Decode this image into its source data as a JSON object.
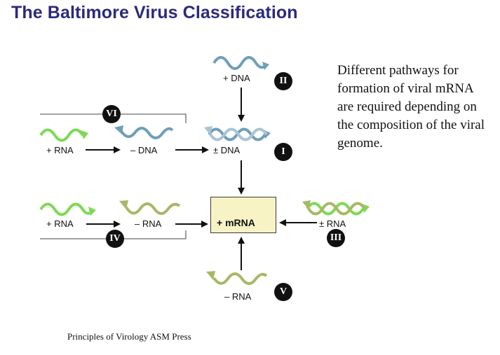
{
  "title": "The Baltimore Virus Classification",
  "description": "Different pathways for formation of viral mRNA are required depending on the composition of the viral genome.",
  "citation": "Principles of Virology ASM Press",
  "labels": {
    "plus_dna": "+ DNA",
    "plus_rna_top": "+ RNA",
    "minus_dna": "– DNA",
    "pm_dna": "± DNA",
    "plus_rna_mid": "+ RNA",
    "minus_rna_mid": "– RNA",
    "plus_mrna": "+ mRNA",
    "pm_rna": "± RNA",
    "minus_rna_bottom": "– RNA"
  },
  "classes": {
    "I": "I",
    "II": "II",
    "III": "III",
    "IV": "IV",
    "V": "V",
    "VI": "VI"
  },
  "colors": {
    "title": "#2b2a7c",
    "dna_blue": "#6f9fb8",
    "rna_green": "#7ed957",
    "rna_olive": "#a7b866",
    "mrna_box": "#f7f3c5",
    "badge": "#111111"
  }
}
